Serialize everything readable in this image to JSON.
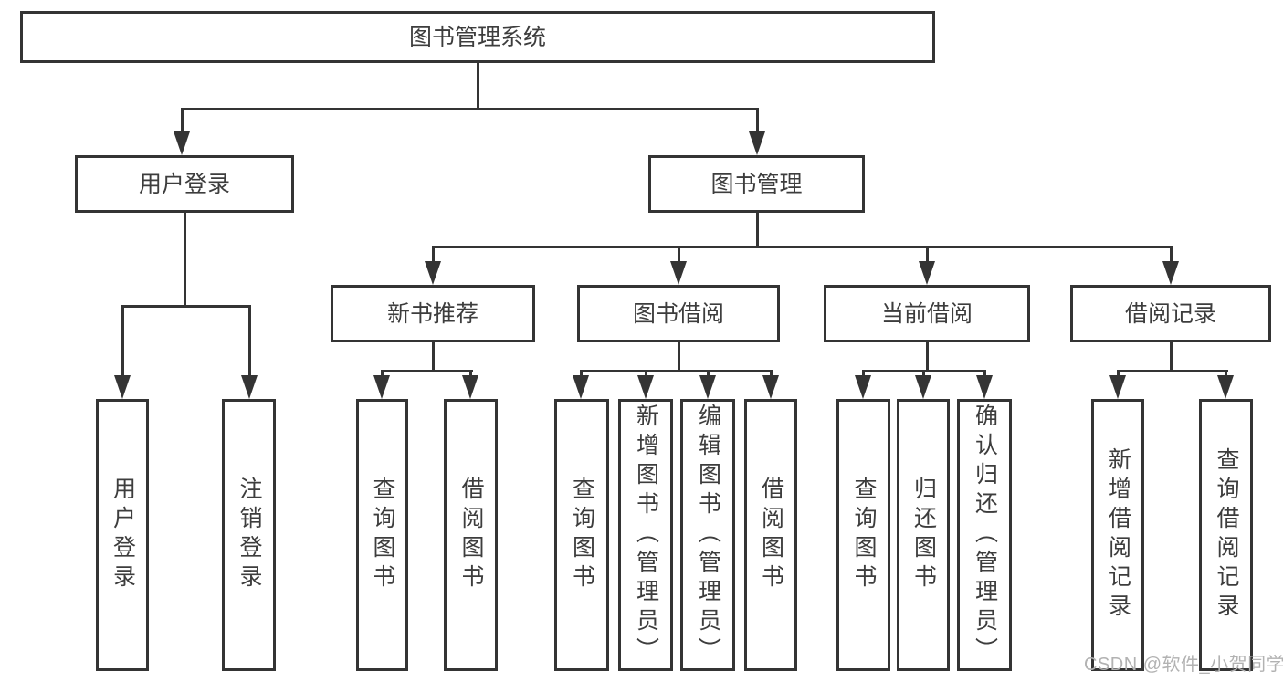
{
  "colors": {
    "background": "#ffffff",
    "line": "#343434",
    "box_border": "#343434",
    "box_fill": "#ffffff",
    "text": "#3d3d3d",
    "watermark": "#b2b2b2"
  },
  "watermark": {
    "text": "CSDN @软件_小贺同学"
  },
  "diagram": {
    "type": "hierarchy-diagram",
    "nodes": {
      "root": {
        "label": "图书管理系统"
      },
      "user_login": {
        "label": "用户登录"
      },
      "book_mgmt": {
        "label": "图书管理"
      },
      "new_book_rec": {
        "label": "新书推荐"
      },
      "book_borrow": {
        "label": "图书借阅"
      },
      "current_borrow": {
        "label": "当前借阅"
      },
      "borrow_record": {
        "label": "借阅记录"
      },
      "user_login_op": {
        "label": "用户登录"
      },
      "logout_op": {
        "label": "注销登录"
      },
      "nbr_query_book": {
        "label": "查询图书"
      },
      "nbr_borrow_book": {
        "label": "借阅图书"
      },
      "bb_query_book": {
        "label": "查询图书"
      },
      "bb_add_book": {
        "label": "新增图书（管理员）"
      },
      "bb_edit_book": {
        "label": "编辑图书（管理员）"
      },
      "bb_borrow_book": {
        "label": "借阅图书"
      },
      "cb_query_book": {
        "label": "查询图书"
      },
      "cb_return_book": {
        "label": "归还图书"
      },
      "cb_confirm_return": {
        "label": "确认归还（管理员）"
      },
      "br_add_record": {
        "label": "新增借阅记录"
      },
      "br_query_record": {
        "label": "查询借阅记录"
      }
    },
    "edges": [
      [
        "root",
        "user_login"
      ],
      [
        "root",
        "book_mgmt"
      ],
      [
        "user_login",
        "user_login_op"
      ],
      [
        "user_login",
        "logout_op"
      ],
      [
        "book_mgmt",
        "new_book_rec"
      ],
      [
        "book_mgmt",
        "book_borrow"
      ],
      [
        "book_mgmt",
        "current_borrow"
      ],
      [
        "book_mgmt",
        "borrow_record"
      ],
      [
        "new_book_rec",
        "nbr_query_book"
      ],
      [
        "new_book_rec",
        "nbr_borrow_book"
      ],
      [
        "book_borrow",
        "bb_query_book"
      ],
      [
        "book_borrow",
        "bb_add_book"
      ],
      [
        "book_borrow",
        "bb_edit_book"
      ],
      [
        "book_borrow",
        "bb_borrow_book"
      ],
      [
        "current_borrow",
        "cb_query_book"
      ],
      [
        "current_borrow",
        "cb_return_book"
      ],
      [
        "current_borrow",
        "cb_confirm_return"
      ],
      [
        "borrow_record",
        "br_add_record"
      ],
      [
        "borrow_record",
        "br_query_record"
      ]
    ]
  }
}
